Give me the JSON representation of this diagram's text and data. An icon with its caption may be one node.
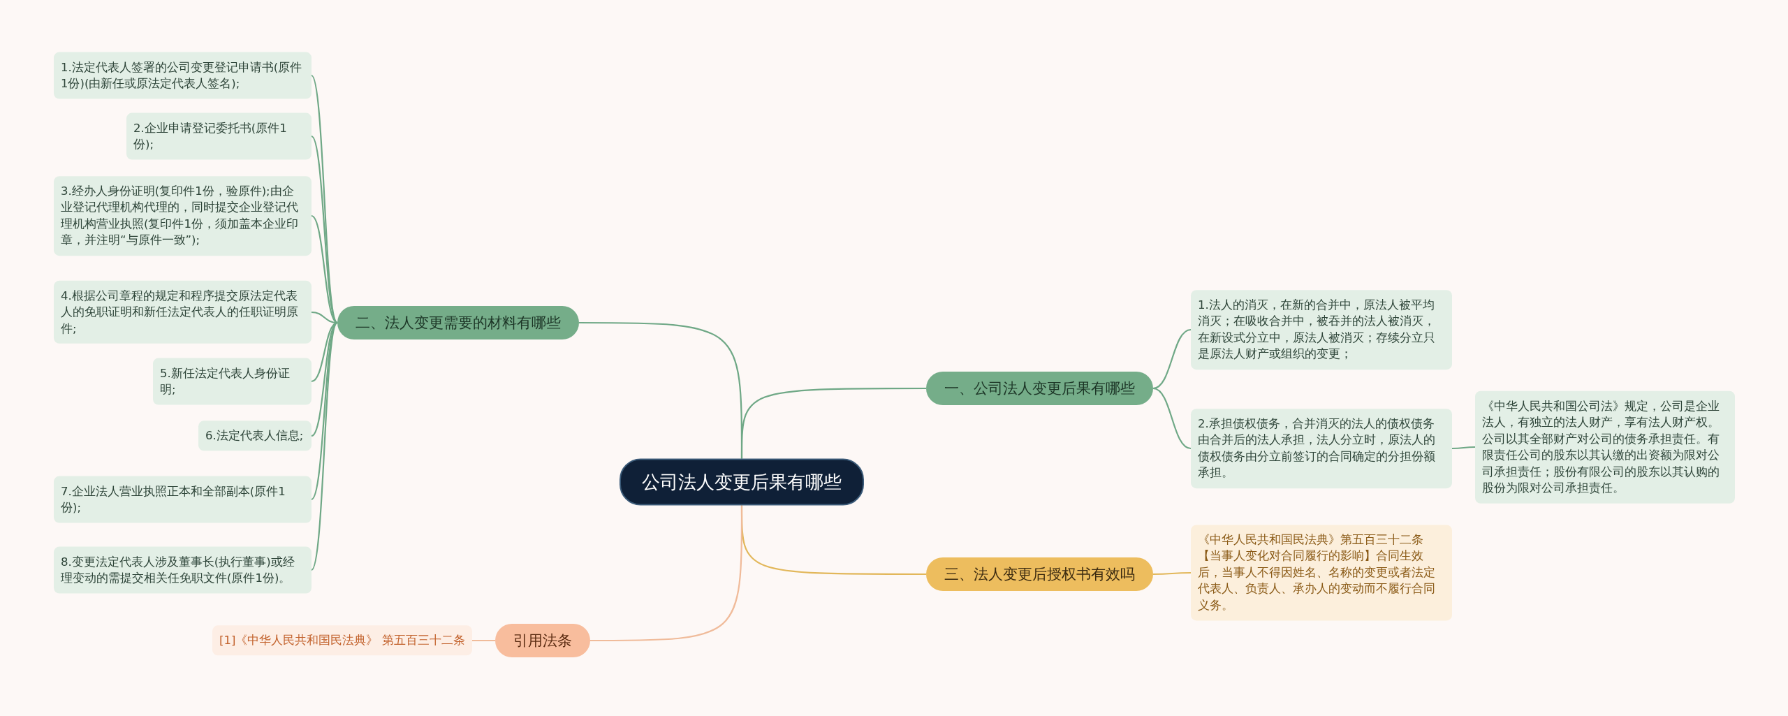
{
  "diagram": {
    "nodes": [
      {
        "text": [
          "公司法人变更后果有哪些"
        ]
      },
      {
        "text": [
          "二、法人变更需要的材料有哪些"
        ]
      },
      {
        "text": [
          "1.法定代表人签署的公司变更登记申请书(原件1份)(由新任或原法定代表人签名);"
        ]
      },
      {
        "text": [
          "2.企业申请登记委托书(原件1份);"
        ]
      },
      {
        "text": [
          "3.经办人身份证明(复印件1份，验原件);由企业登记代理机构代理的，同时提交企业登记代理机构营业执照(复印件1份，须加盖本企业印章，并注明“与原件一致”);"
        ]
      },
      {
        "text": [
          "4.根据公司章程的规定和程序提交原法定代表人的免职证明和新任法定代表人的任职证明原件;"
        ]
      },
      {
        "text": [
          "5.新任法定代表人身份证明;"
        ]
      },
      {
        "text": [
          "6.法定代表人信息;"
        ]
      },
      {
        "text": [
          "7.企业法人营业执照正本和全部副本(原件1份);"
        ]
      },
      {
        "text": [
          "8.变更法定代表人涉及董事长(执行董事)或经理变动的需提交相关任免职文件(原件1份)。"
        ]
      },
      {
        "text": [
          "一、公司法人变更后果有哪些"
        ]
      },
      {
        "text": [
          "1.法人的消灭，在新的合并中，原法人被平均消灭；在吸收合并中，被吞并的法人被消灭，在新设式分立中，原法人被消灭；存续分立只是原法人财产或组织的变更；"
        ]
      },
      {
        "text": [
          "2.承担债权债务，合并消灭的法人的债权债务由合并后的法人承担，法人分立时，原法人的债权债务由分立前签订的合同确定的分担份额承担。"
        ]
      },
      {
        "text": [
          "《中华人民共和国公司法》规定，公司是企业法人，有独立的法人财产，享有法人财产权。公司以其全部财产对公司的债务承担责任。有限责任公司的股东以其认缴的出资额为限对公司承担责任；股份有限公司的股东以其认购的股份为限对公司承担责任。"
        ]
      },
      {
        "text": [
          "三、法人变更后授权书有效吗"
        ]
      },
      {
        "text": [
          "《中华人民共和国民法典》第五百三十二条【当事人变化对合同履行的影响】合同生效后，当事人不得因姓名、名称的变更或者法定代表人、负责人、承办人的变动而不履行合同义务。"
        ]
      },
      {
        "text": [
          "引用法条"
        ]
      },
      {
        "text": [
          "[1]《中华人民共和国民法典》 第五百三十二条"
        ]
      }
    ],
    "edges": [
      {
        "from": 0,
        "to": 1,
        "arrow": "none"
      },
      {
        "from": 1,
        "to": 2,
        "arrow": "none"
      },
      {
        "from": 1,
        "to": 3,
        "arrow": "none"
      },
      {
        "from": 1,
        "to": 4,
        "arrow": "none"
      },
      {
        "from": 1,
        "to": 5,
        "arrow": "none"
      },
      {
        "from": 1,
        "to": 6,
        "arrow": "none"
      },
      {
        "from": 1,
        "to": 7,
        "arrow": "none"
      },
      {
        "from": 1,
        "to": 8,
        "arrow": "none"
      },
      {
        "from": 1,
        "to": 9,
        "arrow": "none"
      },
      {
        "from": 0,
        "to": 10,
        "arrow": "none"
      },
      {
        "from": 10,
        "to": 11,
        "arrow": "none"
      },
      {
        "from": 10,
        "to": 12,
        "arrow": "none"
      },
      {
        "from": 12,
        "to": 13,
        "arrow": "none"
      },
      {
        "from": 0,
        "to": 14,
        "arrow": "none",
        "color": "#e2b75a"
      },
      {
        "from": 14,
        "to": 15,
        "arrow": "none",
        "color": "#e2b75a"
      },
      {
        "from": 0,
        "to": 16,
        "arrow": "none",
        "color": "#f0bb9a"
      },
      {
        "from": 16,
        "to": 17,
        "arrow": "none",
        "color": "#f0bb9a"
      }
    ]
  }
}
